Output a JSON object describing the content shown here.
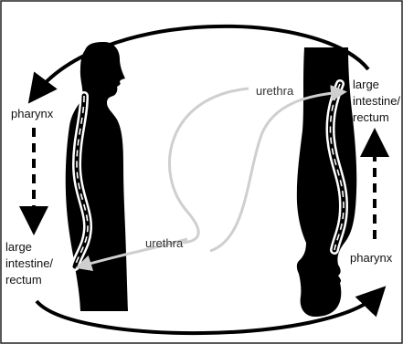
{
  "labels": {
    "left_top": "pharynx",
    "left_bottom_line1": "large",
    "left_bottom_line2": "intestine/",
    "left_bottom_line3": "rectum",
    "right_top_line1": "large",
    "right_top_line2": "intestine/",
    "right_top_line3": "rectum",
    "right_bottom": "pharynx",
    "urethra_top": "urethra",
    "urethra_bottom": "urethra"
  },
  "colors": {
    "figure": "#000000",
    "outer_arrows": "#000000",
    "urethra_arrows": "#cfcfcf",
    "tract_line": "#ffffff",
    "frame": "#222222"
  }
}
